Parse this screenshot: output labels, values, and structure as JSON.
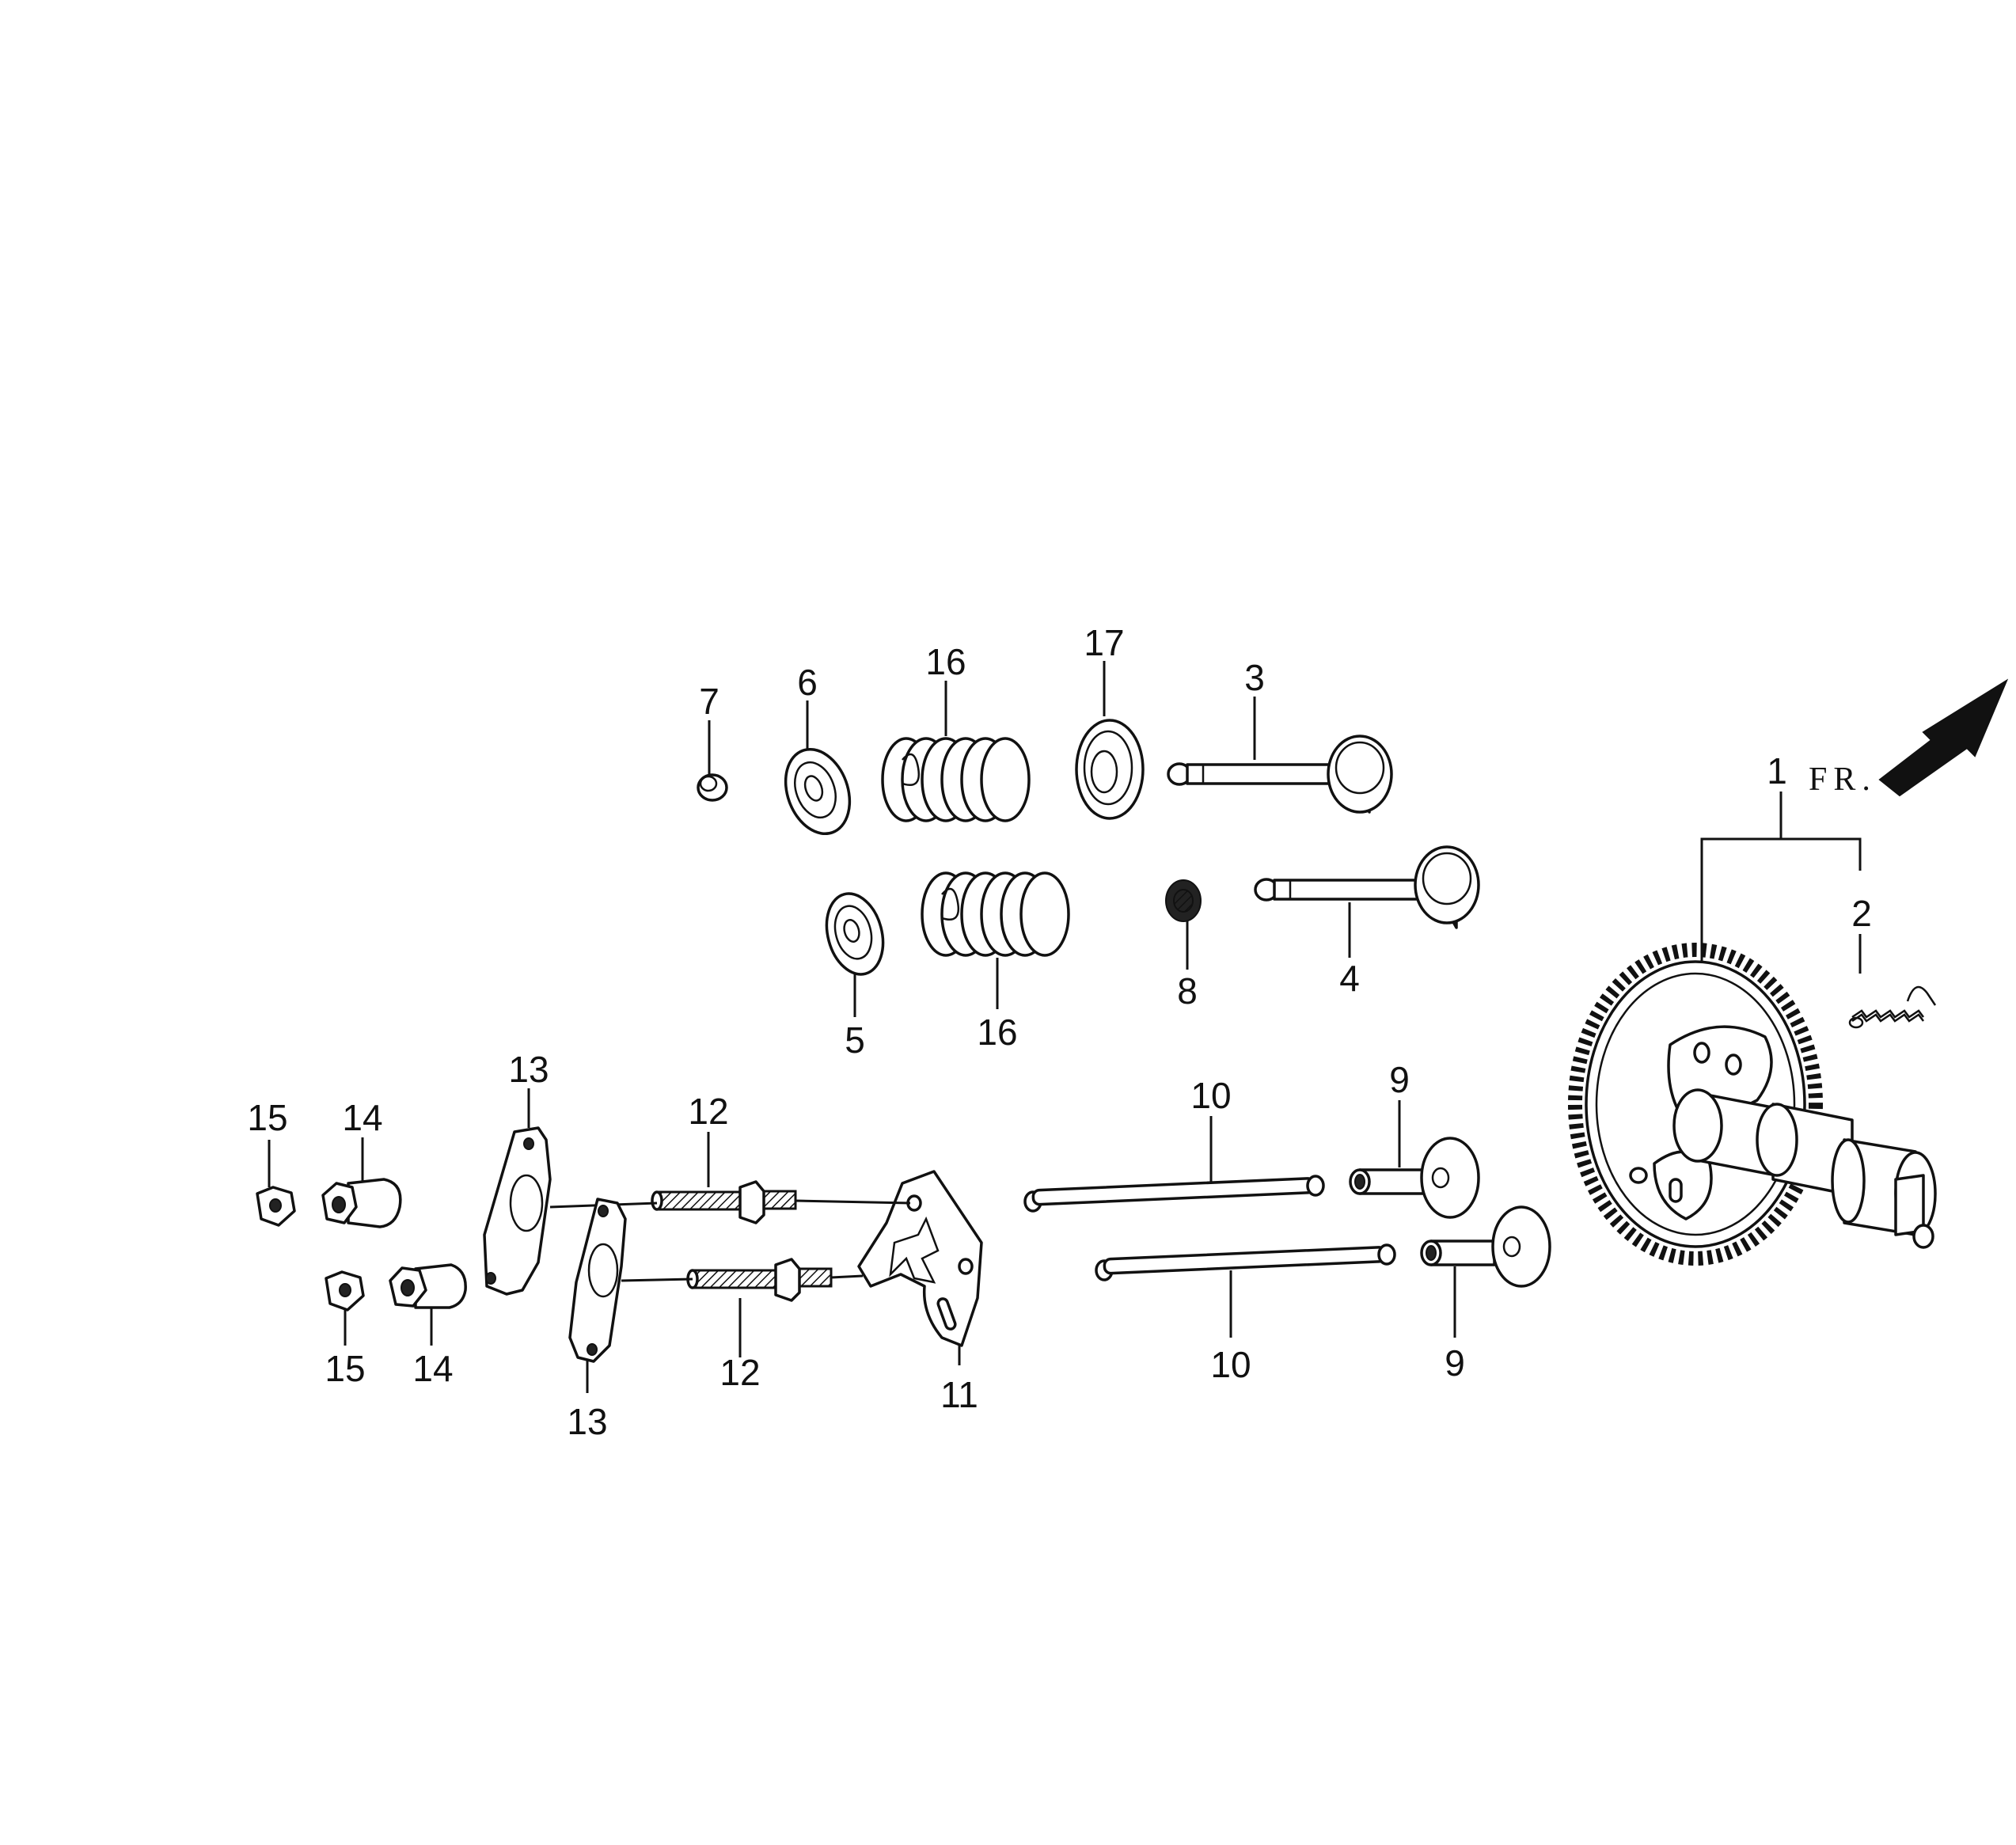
{
  "diagram": {
    "direction_label": "FR.",
    "callouts": {
      "c1": "1",
      "c2": "2",
      "c3": "3",
      "c4": "4",
      "c5": "5",
      "c6": "6",
      "c7": "7",
      "c8": "8",
      "c9a": "9",
      "c9b": "9",
      "c10a": "10",
      "c10b": "10",
      "c11": "11",
      "c12a": "12",
      "c12b": "12",
      "c13a": "13",
      "c13b": "13",
      "c14a": "14",
      "c14b": "14",
      "c15a": "15",
      "c15b": "15",
      "c16a": "16",
      "c16b": "16",
      "c17": "17"
    }
  }
}
